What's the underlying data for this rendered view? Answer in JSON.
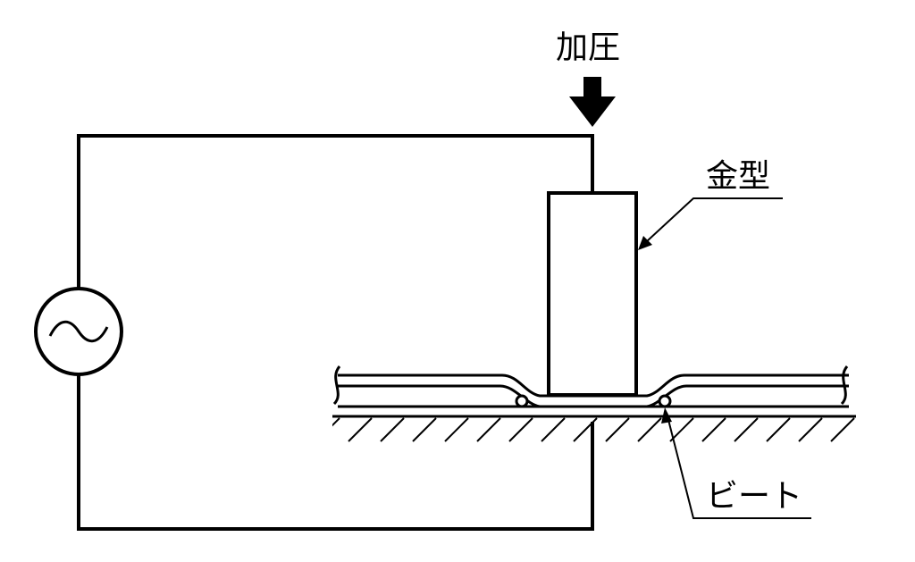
{
  "labels": {
    "pressure": "加圧",
    "mold": "金型",
    "bead": "ビート"
  },
  "icons": {
    "power_source": "ac-source-icon",
    "pressure_arrow": "down-arrow-icon"
  },
  "colors": {
    "ink": "#000000",
    "background": "#ffffff"
  }
}
